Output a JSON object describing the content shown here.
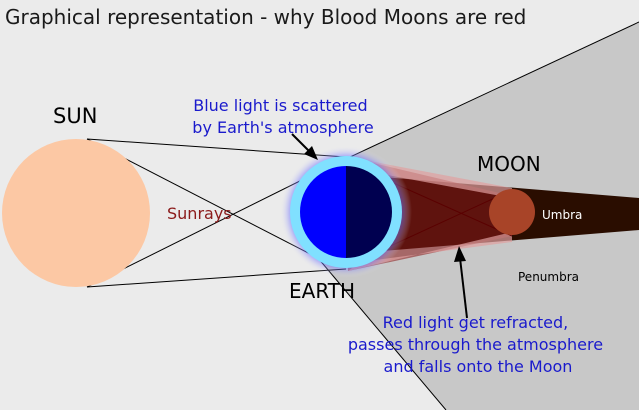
{
  "title": "Graphical representation - why Blood Moons are red",
  "labels": {
    "sun": "SUN",
    "earth": "EARTH",
    "moon": "MOON",
    "sunrays": "Sunrays",
    "umbra": "Umbra",
    "penumbra": "Penumbra"
  },
  "annotations": {
    "blue_light": [
      "Blue light is scattered",
      "by Earth's atmosphere"
    ],
    "red_light": [
      "Red light get refracted,",
      "passes through the atmosphere",
      "and falls onto the Moon"
    ]
  },
  "colors": {
    "background": "#ebebeb",
    "sun": "#fcc8a4",
    "earth_day": "#0000ff",
    "earth_night": "#000050",
    "atmosphere": "#80e0ff",
    "penumbra": "#c8c8c8",
    "umbra": "#2a0d00",
    "refracted_red": "#8b1a1a",
    "moon": "#a84428",
    "blue_text": "#1a1acc",
    "sunrays_text": "#8b1a1a"
  }
}
